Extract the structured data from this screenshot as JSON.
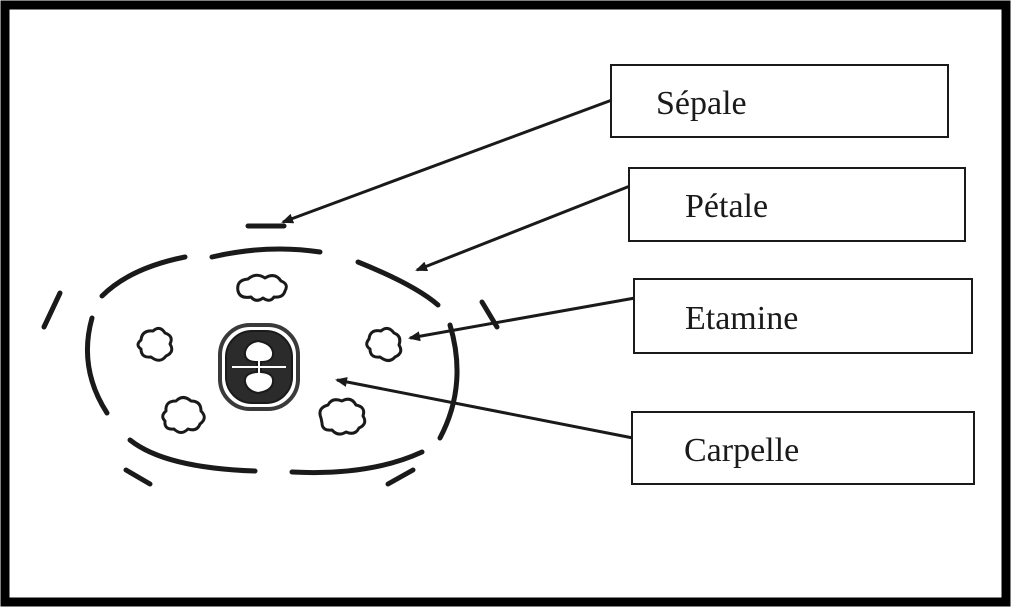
{
  "labels": {
    "sepale": "Sépale",
    "petale": "Pétale",
    "etamine": "Etamine",
    "carpelle": "Carpelle"
  },
  "colors": {
    "frame": "#000000",
    "ink": "#1a1a1a",
    "background": "#ffffff"
  }
}
